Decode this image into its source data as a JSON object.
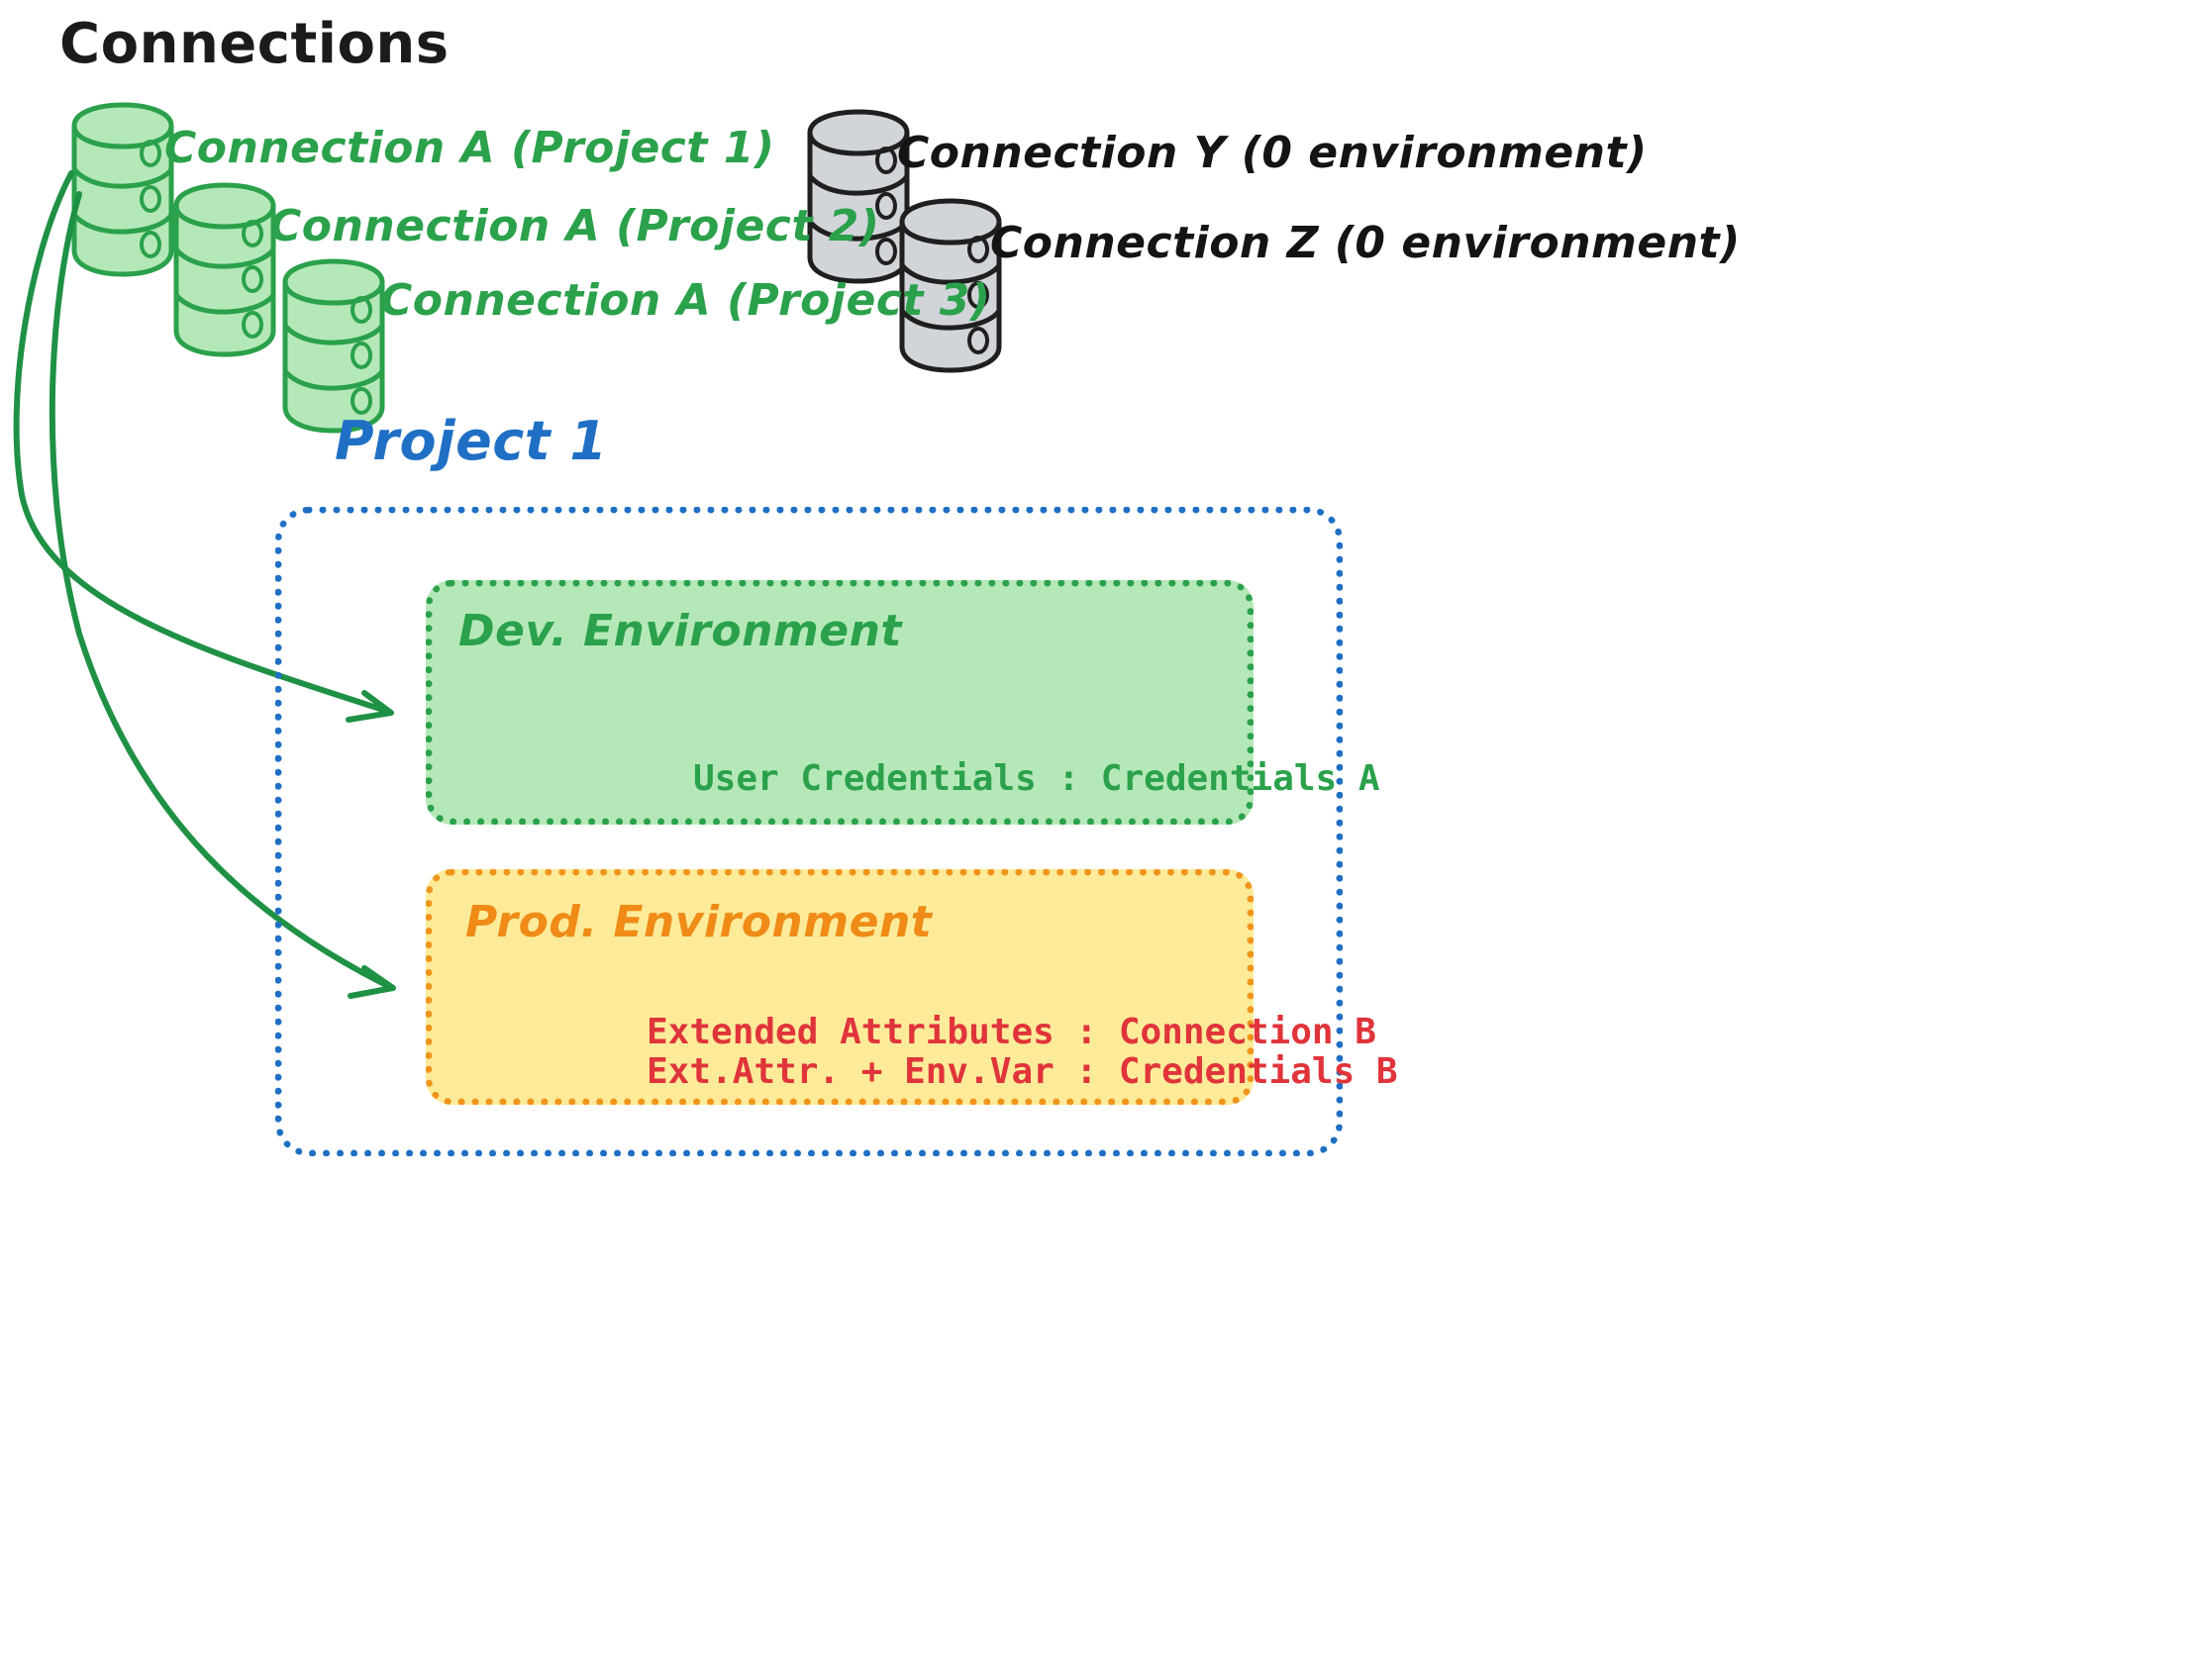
{
  "diagram": {
    "title": "Connections",
    "colors": {
      "green_stroke": "#2aa14a",
      "green_fill": "#b5e8b9",
      "gray_fill": "#d1d5da",
      "gray_stroke": "#1f1f1f",
      "blue": "#1f6fc4",
      "orange": "#ef8b16",
      "orange_fill": "#fdeb9a",
      "red": "#e0343a",
      "black": "#141414"
    },
    "connections": {
      "green": [
        {
          "label": "Connection A (Project 1)",
          "icon": "database-cylinder-icon"
        },
        {
          "label": "Connection A (Project 2)",
          "icon": "database-cylinder-icon"
        },
        {
          "label": "Connection A (Project 3)",
          "icon": "database-cylinder-icon"
        }
      ],
      "gray": [
        {
          "label": "Connection Y (0 environment)",
          "icon": "database-cylinder-icon"
        },
        {
          "label": "Connection Z (0 environment)",
          "icon": "database-cylinder-icon"
        }
      ]
    },
    "project": {
      "label": "Project 1",
      "environments": [
        {
          "name": "Dev. Environment",
          "rows": [
            "User Credentials : Credentials A"
          ]
        },
        {
          "name": "Prod. Environment",
          "rows": [
            "Extended Attributes : Connection B",
            "Ext.Attr. + Env.Var : Credentials B"
          ]
        }
      ]
    },
    "arrows": [
      {
        "from": "Connection A (Project 1)",
        "to": "Dev. Environment"
      },
      {
        "from": "Connection A (Project 1)",
        "to": "Prod. Environment"
      }
    ]
  }
}
